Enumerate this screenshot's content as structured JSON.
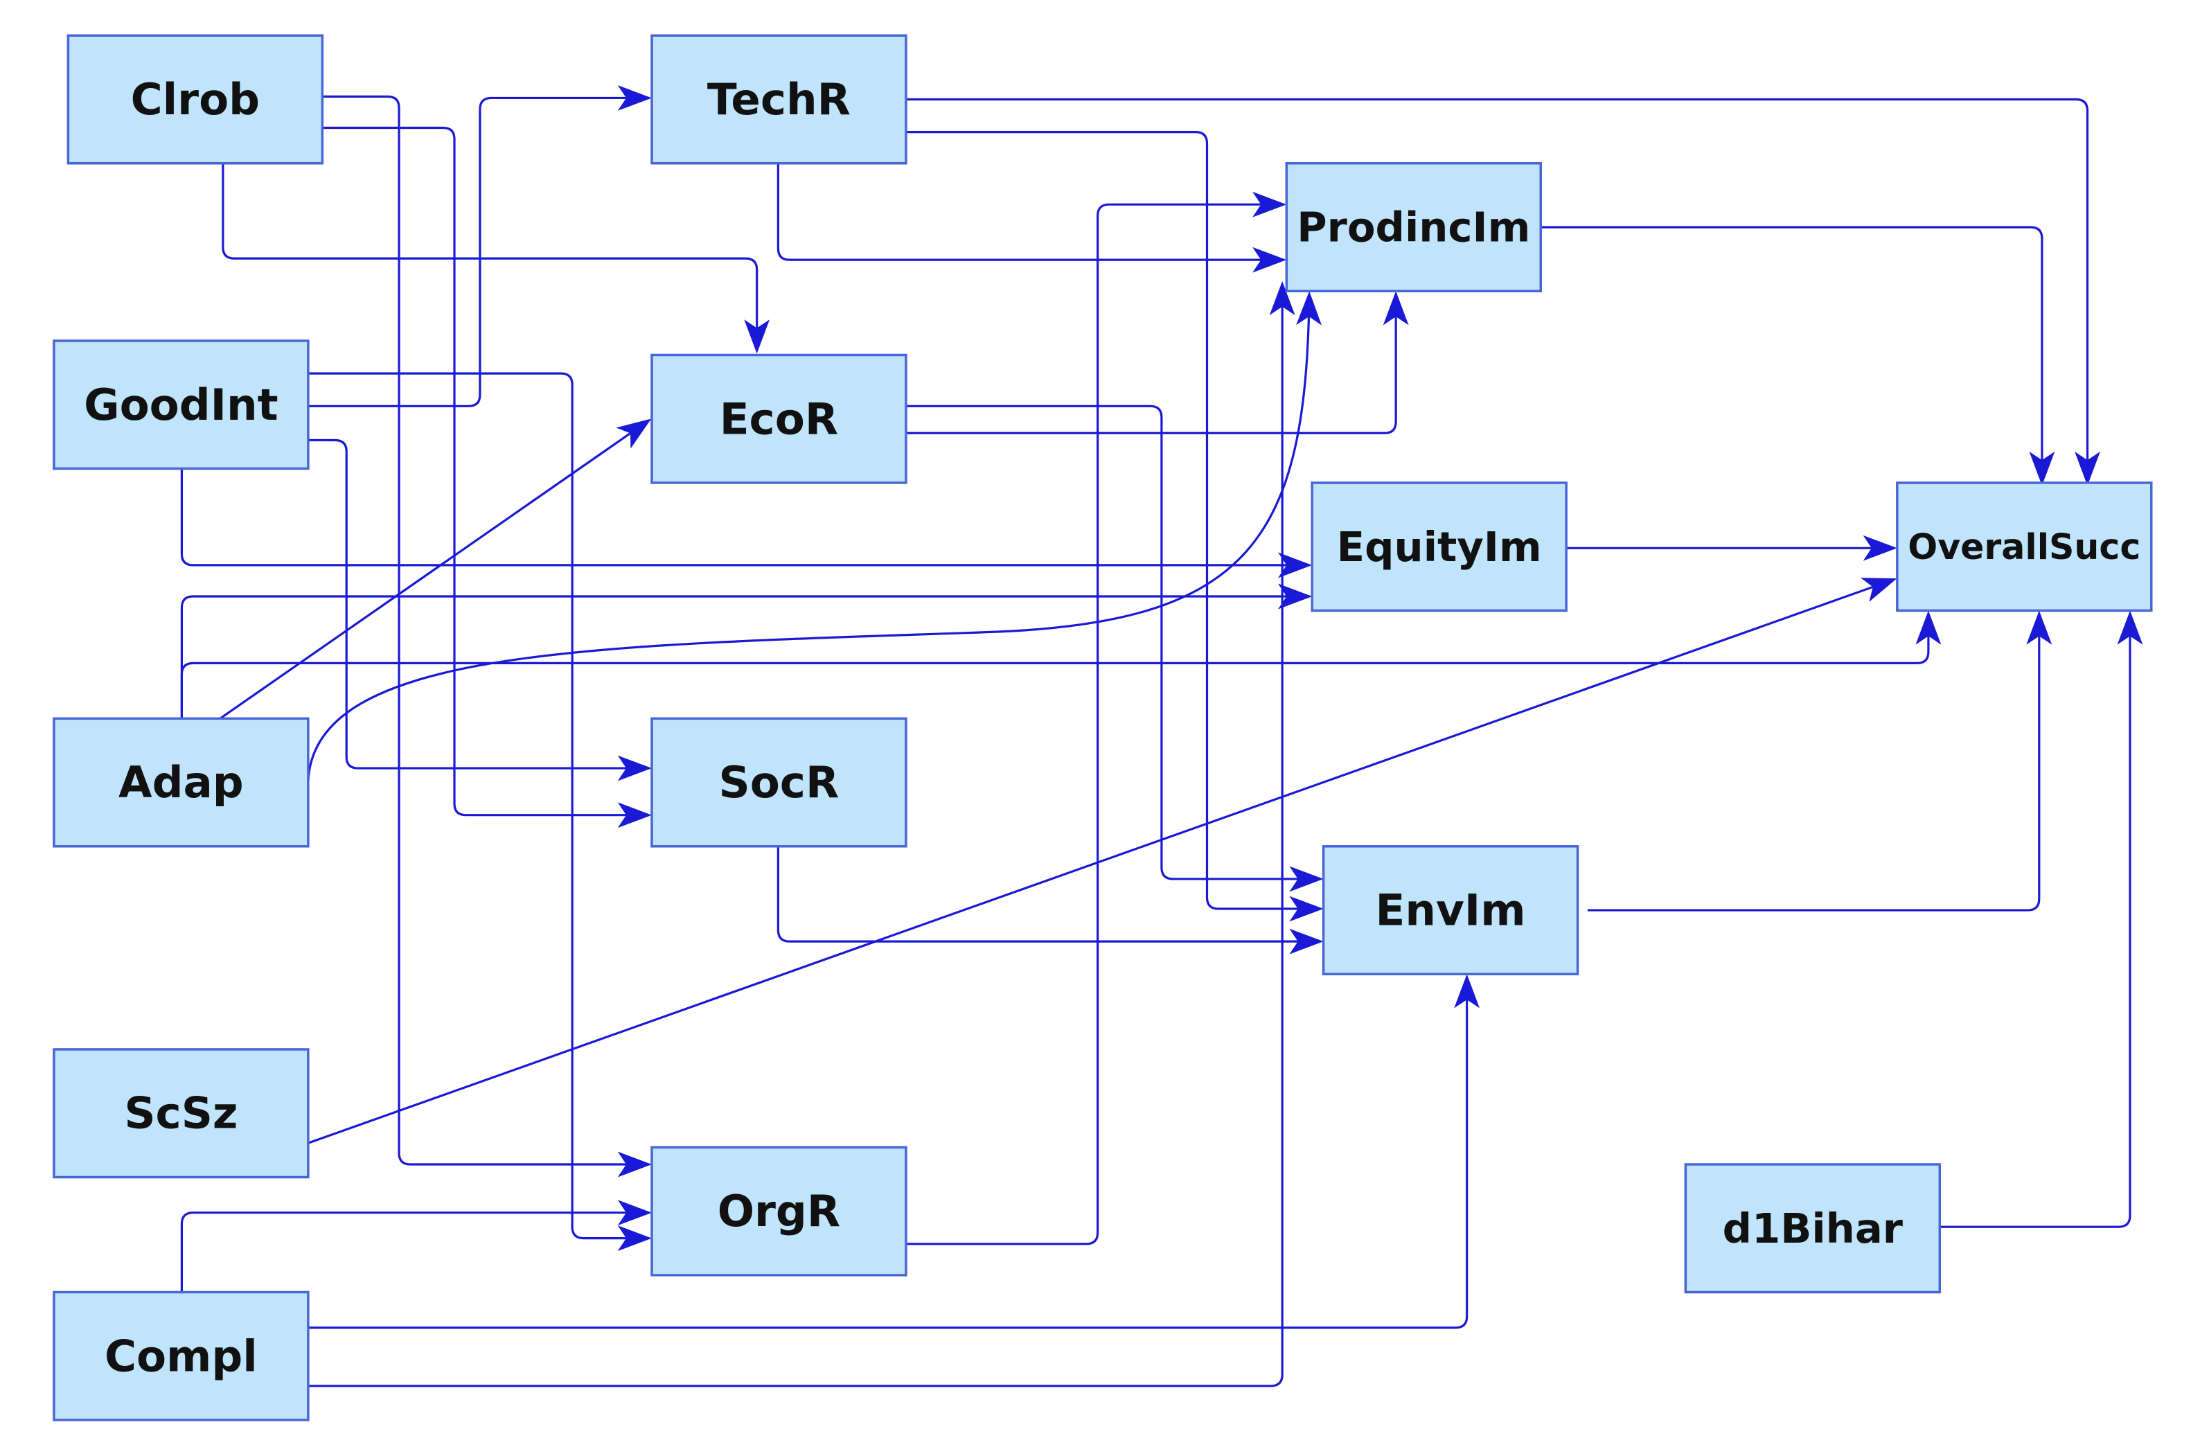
{
  "diagram": {
    "colors": {
      "node_fill": "#bfe4fb",
      "node_border": "#4a66d6",
      "edge": "#1a1ad6",
      "text": "#111111"
    },
    "nodes": [
      {
        "id": "Clrob",
        "label": "Clrob"
      },
      {
        "id": "TechR",
        "label": "TechR"
      },
      {
        "id": "ProdincIm",
        "label": "ProdincIm"
      },
      {
        "id": "GoodInt",
        "label": "GoodInt"
      },
      {
        "id": "EcoR",
        "label": "EcoR"
      },
      {
        "id": "EquityIm",
        "label": "EquityIm"
      },
      {
        "id": "OverallSucc",
        "label": "OverallSucc"
      },
      {
        "id": "Adap",
        "label": "Adap"
      },
      {
        "id": "SocR",
        "label": "SocR"
      },
      {
        "id": "EnvIm",
        "label": "EnvIm"
      },
      {
        "id": "ScSz",
        "label": "ScSz"
      },
      {
        "id": "OrgR",
        "label": "OrgR"
      },
      {
        "id": "d1Bihar",
        "label": "d1Bihar"
      },
      {
        "id": "Compl",
        "label": "Compl"
      }
    ],
    "edges": [
      {
        "from": "Clrob",
        "to": "EcoR"
      },
      {
        "from": "Clrob",
        "to": "SocR"
      },
      {
        "from": "Clrob",
        "to": "OrgR"
      },
      {
        "from": "TechR",
        "to": "OverallSucc"
      },
      {
        "from": "TechR",
        "to": "ProdincIm"
      },
      {
        "from": "TechR",
        "to": "EnvIm"
      },
      {
        "from": "ProdincIm",
        "to": "OverallSucc"
      },
      {
        "from": "GoodInt",
        "to": "TechR"
      },
      {
        "from": "GoodInt",
        "to": "OrgR"
      },
      {
        "from": "GoodInt",
        "to": "SocR"
      },
      {
        "from": "GoodInt",
        "to": "EquityIm"
      },
      {
        "from": "EcoR",
        "to": "ProdincIm"
      },
      {
        "from": "EcoR",
        "to": "EnvIm"
      },
      {
        "from": "EquityIm",
        "to": "OverallSucc"
      },
      {
        "from": "Adap",
        "to": "EcoR"
      },
      {
        "from": "Adap",
        "to": "ProdincIm"
      },
      {
        "from": "Adap",
        "to": "EquityIm"
      },
      {
        "from": "Adap",
        "to": "OverallSucc"
      },
      {
        "from": "SocR",
        "to": "EnvIm"
      },
      {
        "from": "EnvIm",
        "to": "OverallSucc"
      },
      {
        "from": "ScSz",
        "to": "OverallSucc"
      },
      {
        "from": "OrgR",
        "to": "ProdincIm"
      },
      {
        "from": "d1Bihar",
        "to": "OverallSucc"
      },
      {
        "from": "Compl",
        "to": "OrgR"
      },
      {
        "from": "Compl",
        "to": "EnvIm"
      },
      {
        "from": "Compl",
        "to": "ProdincIm"
      }
    ]
  }
}
